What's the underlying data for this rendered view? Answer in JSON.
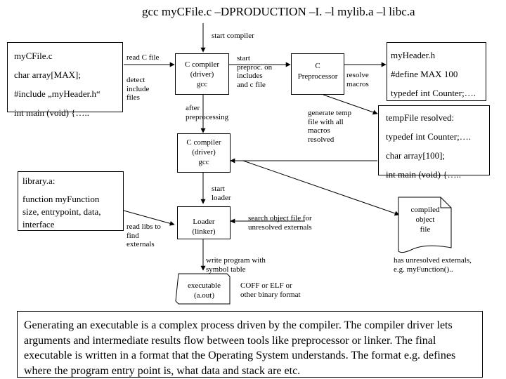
{
  "title": "gcc myCFile.c –DPRODUCTION –I. –l mylib.a –l libc.a",
  "labels": {
    "start_compiler": "start compiler",
    "read_c_file": "read C file",
    "detect_include": [
      "detect",
      "include",
      "files"
    ],
    "start_preproc": [
      "start",
      "preproc. on",
      "includes",
      "and c file"
    ],
    "resolve_macros": [
      "resolve",
      "macros"
    ],
    "after_preprocessing": [
      "after",
      "preprocessing"
    ],
    "generate_temp": [
      "generate temp",
      "file with all",
      "macros",
      "resolved"
    ],
    "start_loader": [
      "start",
      "loader"
    ],
    "search_object": [
      "search object file for",
      "unresolved externals"
    ],
    "read_libs": [
      "read libs to",
      "find",
      "externals"
    ],
    "write_program": [
      "write program with",
      "symbol table"
    ],
    "coff_elf": [
      "COFF or ELF or",
      "other binary format"
    ],
    "unresolved_note": [
      "has unresolved externals,",
      "e.g. myFunction().."
    ]
  },
  "boxes": {
    "mycfile": {
      "lines": [
        "myCFile.c",
        "char array[MAX];",
        "#include „myHeader.h“",
        "int main (void) {….."
      ]
    },
    "compiler1": {
      "lines": [
        "C compiler",
        "(driver)",
        "gcc"
      ]
    },
    "preprocessor": {
      "lines": [
        "C",
        "Preprocessor"
      ]
    },
    "myheader": {
      "lines": [
        "myHeader.h",
        "#define MAX 100",
        "typedef int Counter;…."
      ]
    },
    "tempfile": {
      "lines": [
        "tempFile resolved:",
        "typedef int Counter;….",
        "char array[100];",
        "int main (void) {….."
      ]
    },
    "compiler2": {
      "lines": [
        "C compiler",
        "(driver)",
        "gcc"
      ]
    },
    "library": {
      "lines": [
        "library.a:",
        "function myFunction",
        "size, entrypoint, data,",
        "interface"
      ]
    },
    "loader": {
      "lines": [
        "Loader",
        "(linker)"
      ]
    },
    "compiled": {
      "lines": [
        "compiled",
        "object",
        "file"
      ]
    },
    "executable": {
      "lines": [
        "executable",
        "(a.out)"
      ]
    }
  },
  "caption": "Generating an executable is a complex process driven by the compiler. The compiler driver lets arguments and intermediate results flow between tools like preprocessor or linker. The final executable is written in a format that the Operating System understands. The format e.g. defines where the program entry point is, what data and stack are etc."
}
